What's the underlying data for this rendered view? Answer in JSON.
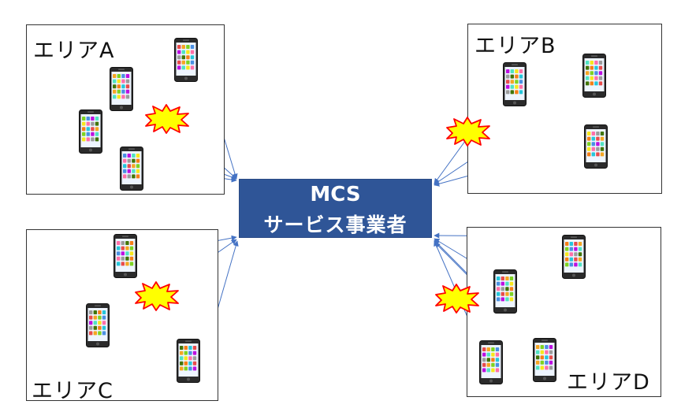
{
  "center": {
    "line1": "MCS",
    "line2": "サービス事業者"
  },
  "areas": {
    "a": {
      "label": "エリアA"
    },
    "b": {
      "label": "エリアB"
    },
    "c": {
      "label": "エリアC"
    },
    "d": {
      "label": "エリアD"
    }
  },
  "colors": {
    "center_fill": "#2f5597",
    "arrow": "#4472c4",
    "burst_fill": "#ffff00",
    "burst_stroke": "#ff0000"
  },
  "icons": {
    "device": "smartphone-icon",
    "interference": "collision-burst-icon"
  }
}
